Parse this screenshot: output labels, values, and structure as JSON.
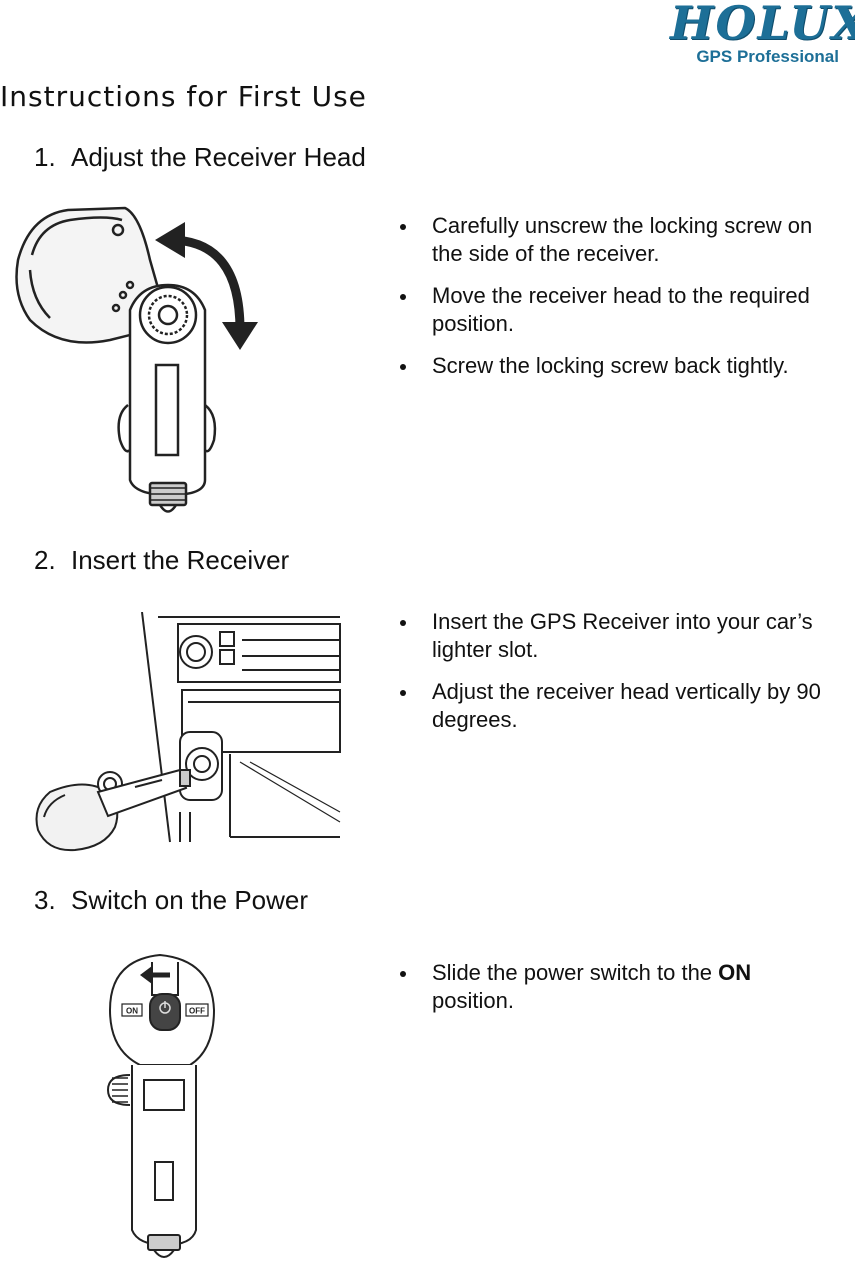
{
  "logo": {
    "brand": "HOLUX",
    "tagline": "GPS Professional"
  },
  "title": "Instructions for First Use",
  "sections": [
    {
      "number": "1.",
      "heading": "Adjust the Receiver Head",
      "bullets": [
        "Carefully unscrew the locking screw on the side of the receiver.",
        "Move the receiver head to the required position.",
        "Screw the locking screw back tightly."
      ]
    },
    {
      "number": "2.",
      "heading": "Insert the Receiver",
      "bullets": [
        "Insert the GPS Receiver into your car’s lighter slot.",
        "Adjust the receiver head vertically by 90 degrees."
      ]
    },
    {
      "number": "3.",
      "heading": "Switch on the Power",
      "bullets": [
        {
          "before": "Slide the power switch to the ",
          "bold": "ON",
          "after": " position."
        }
      ],
      "switch_labels": {
        "on": "ON",
        "off": "OFF"
      }
    }
  ],
  "colors": {
    "brand": "#1d6f97",
    "text": "#111111"
  }
}
